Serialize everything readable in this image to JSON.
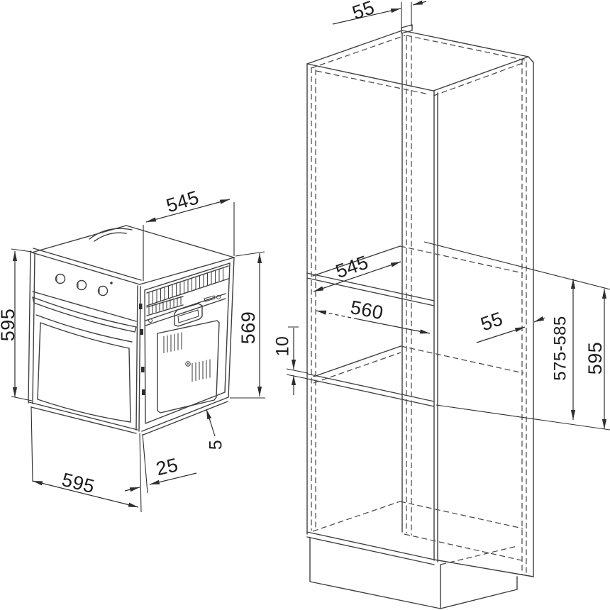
{
  "oven_view": {
    "depth_top": "545",
    "height_left": "595",
    "height_right": "569",
    "width_bottom": "595",
    "door_offset_bottom": "25",
    "bottom_lip": "5"
  },
  "cabinet_view": {
    "rear_gap_top": "55",
    "niche_depth": "545",
    "niche_width": "560",
    "rear_gap_middle": "55",
    "front_shelf_gap": "10",
    "niche_height_range": "575-585",
    "opening_height": "595"
  },
  "colors": {
    "line": "#3f3f3f",
    "dimension": "#2e2e2e",
    "background": "#ffffff"
  }
}
